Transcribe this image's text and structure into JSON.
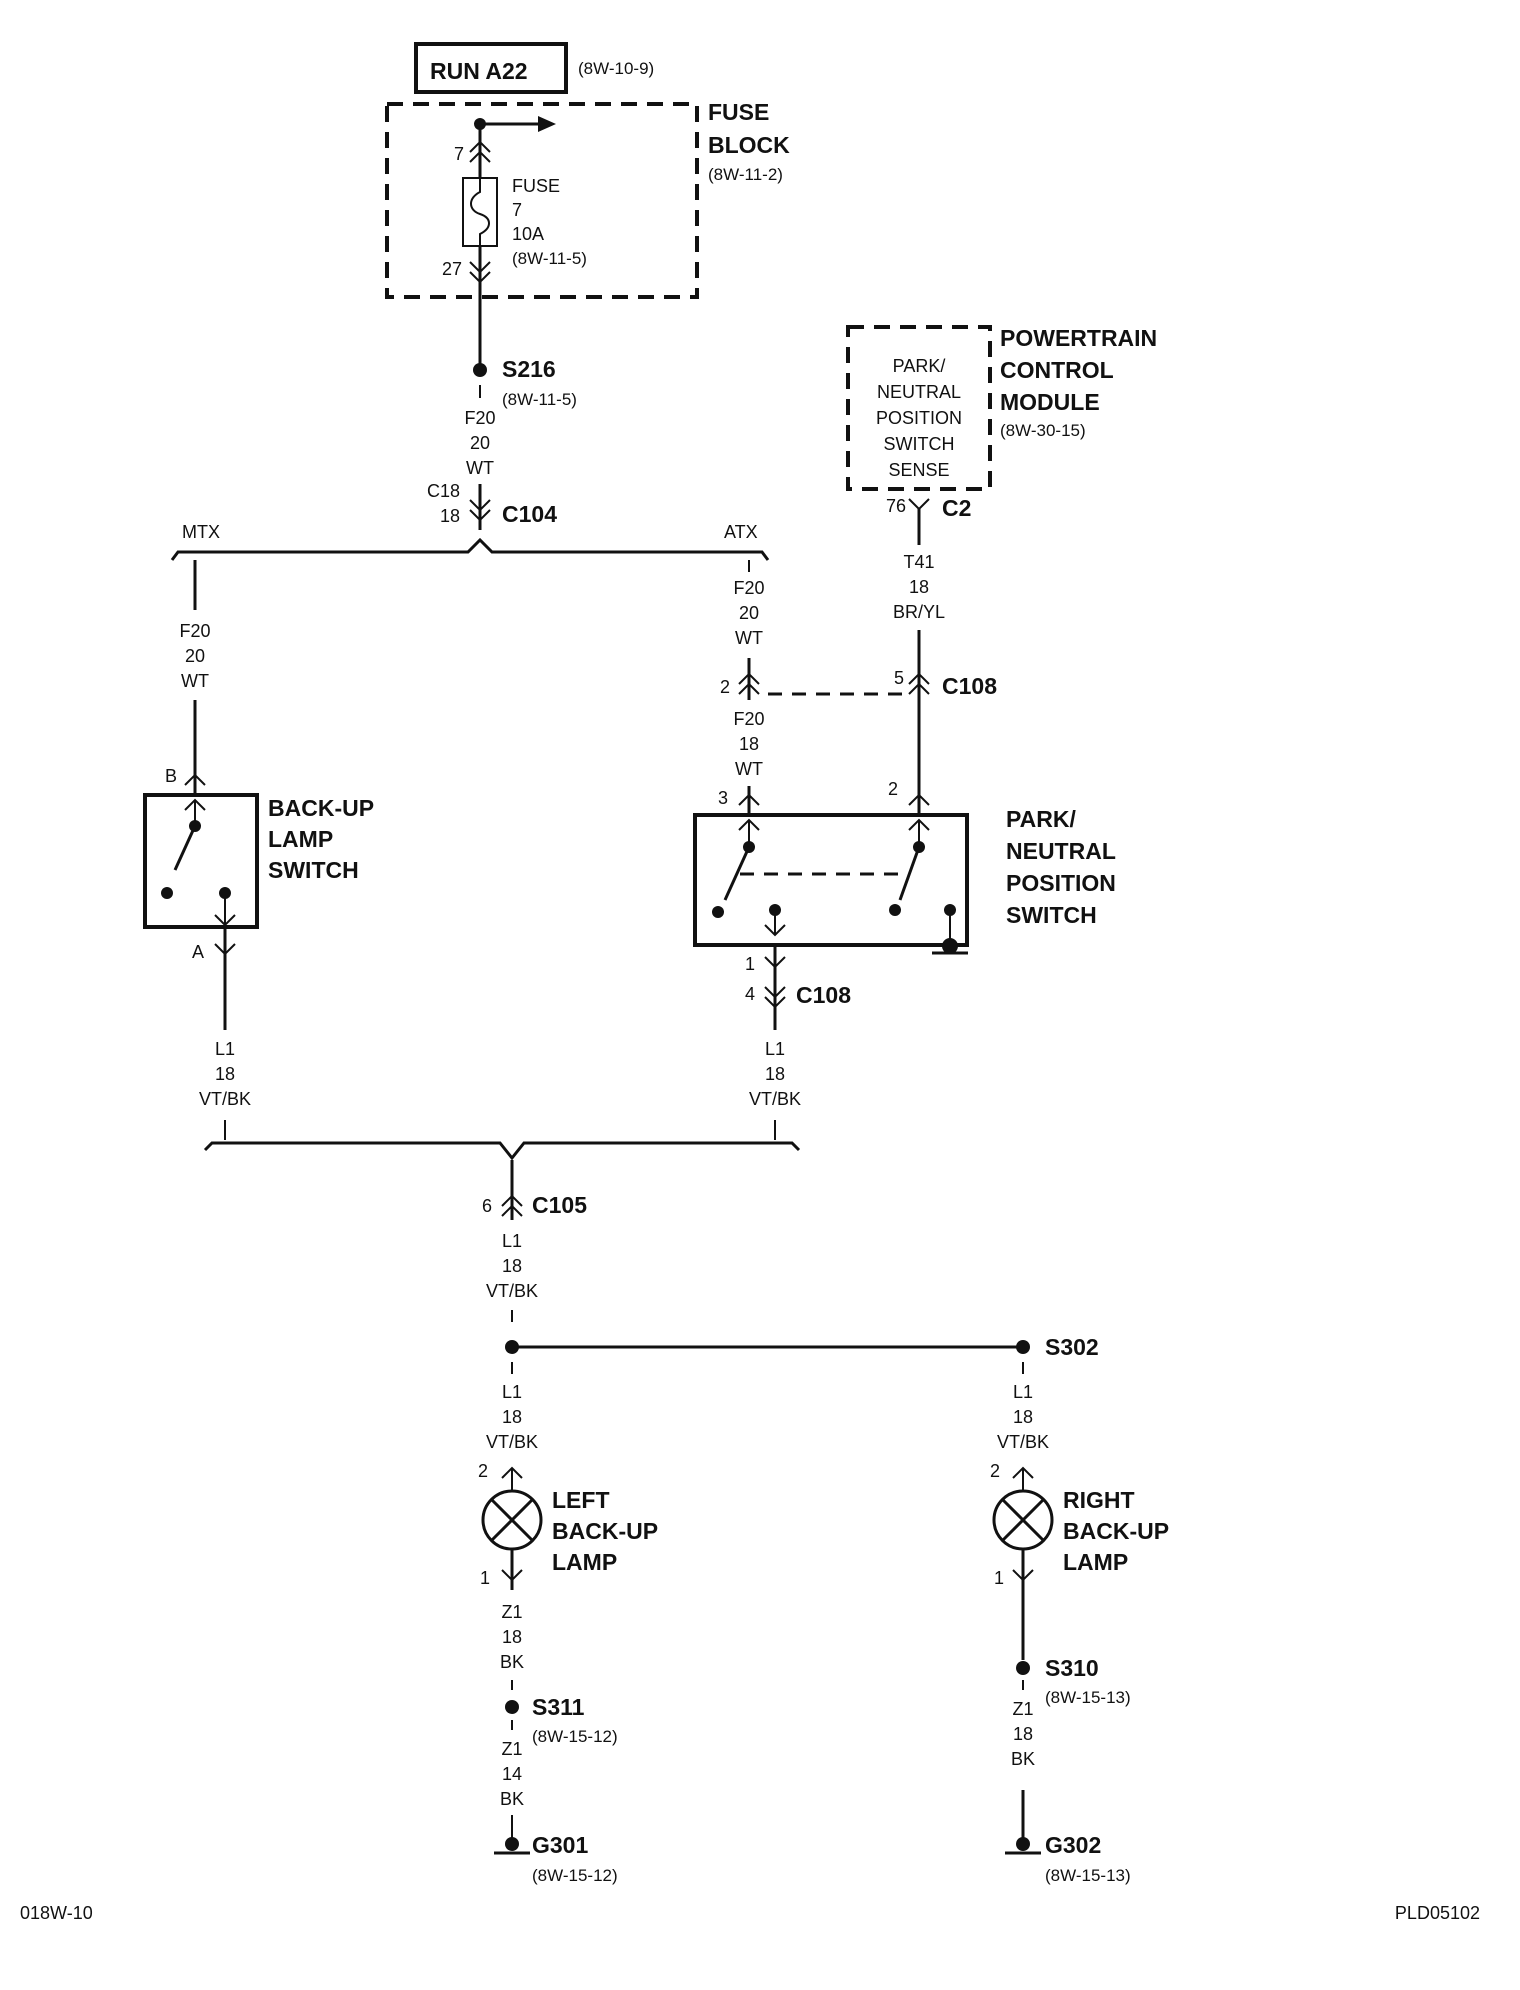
{
  "header": {
    "run_label": "RUN A22",
    "run_ref": "(8W-10-9)"
  },
  "fuse_block": {
    "title_1": "FUSE",
    "title_2": "BLOCK",
    "ref": "(8W-11-2)",
    "fuse_1": "FUSE",
    "fuse_2": "7",
    "fuse_3": "10A",
    "fuse_ref": "(8W-11-5)",
    "pin_in": "7",
    "pin_out": "27"
  },
  "splice_s216": {
    "name": "S216",
    "ref": "(8W-11-5)"
  },
  "wire_f20_top": {
    "circuit": "F20",
    "gauge": "20",
    "color": "WT"
  },
  "connector_c104": {
    "name": "C104",
    "circuit": "C18",
    "gauge": "18"
  },
  "branches": {
    "mtx": "MTX",
    "atx": "ATX"
  },
  "wire_f20_mtx": {
    "circuit": "F20",
    "gauge": "20",
    "color": "WT"
  },
  "wire_f20_atx": {
    "circuit": "F20",
    "gauge": "20",
    "color": "WT"
  },
  "pcm": {
    "title_1": "POWERTRAIN",
    "title_2": "CONTROL",
    "title_3": "MODULE",
    "ref": "(8W-30-15)",
    "inner_1": "PARK/",
    "inner_2": "NEUTRAL",
    "inner_3": "POSITION",
    "inner_4": "SWITCH",
    "inner_5": "SENSE",
    "pin": "76",
    "connector": "C2"
  },
  "wire_t41": {
    "circuit": "T41",
    "gauge": "18",
    "color": "BR/YL"
  },
  "connector_c108_top": {
    "name": "C108",
    "pin_left": "2",
    "pin_right": "5"
  },
  "wire_f20_18": {
    "circuit": "F20",
    "gauge": "18",
    "color": "WT"
  },
  "backup_switch": {
    "title_1": "BACK-UP",
    "title_2": "LAMP",
    "title_3": "SWITCH",
    "pin_top": "B",
    "pin_bottom": "A"
  },
  "pn_switch": {
    "title_1": "PARK/",
    "title_2": "NEUTRAL",
    "title_3": "POSITION",
    "title_4": "SWITCH",
    "pin_3": "3",
    "pin_2": "2",
    "pin_1": "1"
  },
  "connector_c108_bottom": {
    "name": "C108",
    "pin": "4"
  },
  "wire_l1_left": {
    "circuit": "L1",
    "gauge": "18",
    "color": "VT/BK"
  },
  "wire_l1_right": {
    "circuit": "L1",
    "gauge": "18",
    "color": "VT/BK"
  },
  "connector_c105": {
    "name": "C105",
    "pin": "6"
  },
  "wire_l1_mid": {
    "circuit": "L1",
    "gauge": "18",
    "color": "VT/BK"
  },
  "splice_s302": {
    "name": "S302"
  },
  "wire_l1_lamp_left": {
    "circuit": "L1",
    "gauge": "18",
    "color": "VT/BK"
  },
  "wire_l1_lamp_right": {
    "circuit": "L1",
    "gauge": "18",
    "color": "VT/BK"
  },
  "left_lamp": {
    "title_1": "LEFT",
    "title_2": "BACK-UP",
    "title_3": "LAMP",
    "pin_top": "2",
    "pin_bottom": "1"
  },
  "right_lamp": {
    "title_1": "RIGHT",
    "title_2": "BACK-UP",
    "title_3": "LAMP",
    "pin_top": "2",
    "pin_bottom": "1"
  },
  "wire_z1_left": {
    "circuit": "Z1",
    "gauge": "18",
    "color": "BK"
  },
  "splice_s311": {
    "name": "S311",
    "ref": "(8W-15-12)"
  },
  "wire_z1_left2": {
    "circuit": "Z1",
    "gauge": "14",
    "color": "BK"
  },
  "ground_g301": {
    "name": "G301",
    "ref": "(8W-15-12)"
  },
  "splice_s310": {
    "name": "S310",
    "ref": "(8W-15-13)"
  },
  "wire_z1_right": {
    "circuit": "Z1",
    "gauge": "18",
    "color": "BK"
  },
  "ground_g302": {
    "name": "G302",
    "ref": "(8W-15-13)"
  },
  "footer": {
    "left": "018W-10",
    "right": "PLD05102"
  }
}
